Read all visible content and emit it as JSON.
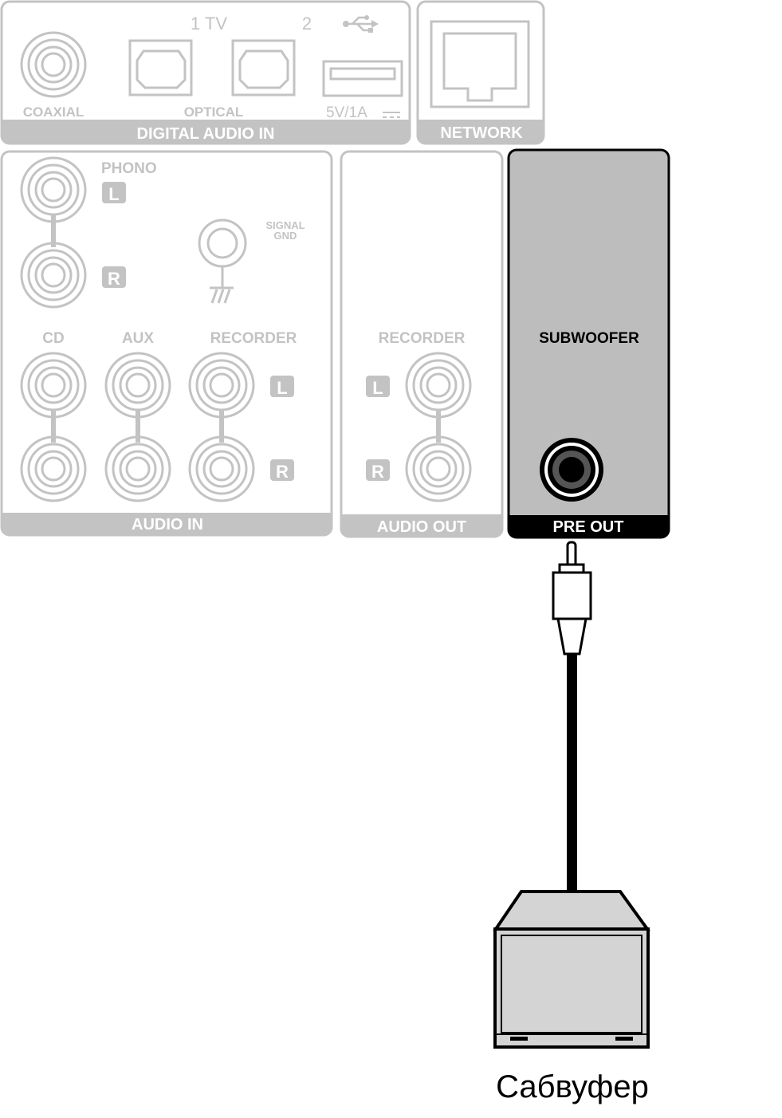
{
  "digital_audio_in": {
    "title": "DIGITAL AUDIO IN",
    "coaxial": "COAXIAL",
    "optical": "OPTICAL",
    "optical_1": "1 TV",
    "optical_2": "2",
    "usb_power": "5V/1A"
  },
  "network": {
    "title": "NETWORK"
  },
  "audio_in": {
    "title": "AUDIO IN",
    "phono": "PHONO",
    "signal_gnd_1": "SIGNAL",
    "signal_gnd_2": "GND",
    "cd": "CD",
    "aux": "AUX",
    "recorder": "RECORDER"
  },
  "audio_out": {
    "title": "AUDIO OUT",
    "recorder": "RECORDER"
  },
  "pre_out": {
    "title": "PRE OUT",
    "subwoofer": "SUBWOOFER"
  },
  "channels": {
    "left": "L",
    "right": "R"
  },
  "device": {
    "label": "Сабвуфер"
  },
  "colors": {
    "faded": "#c3c3c3",
    "highlight_panel": "#bdbdbd",
    "bar_dark": "#000000",
    "subwoofer_face": "#d4d4d4"
  }
}
